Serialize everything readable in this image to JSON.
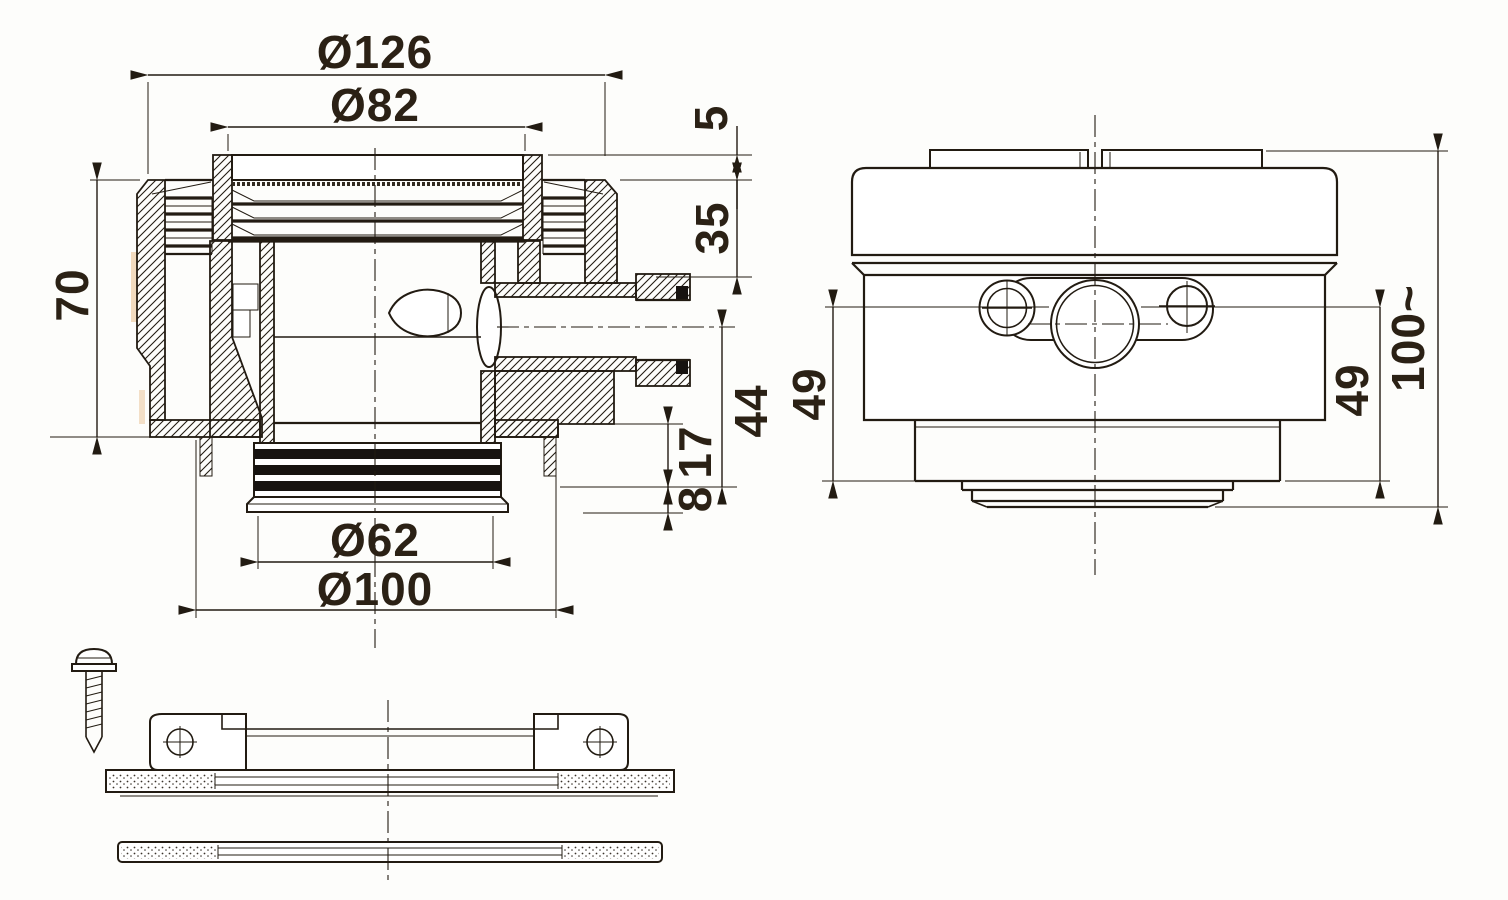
{
  "drawing": {
    "background": "#fdfdfb",
    "ink": "#221b12",
    "section_view": {
      "dim_labels": {
        "outer_rim_dia": "Ø126",
        "grate_dia": "Ø82",
        "cover_height": "5",
        "rim_to_outlet": "35",
        "body_height": "70",
        "outlet_axis_to_spigot": "44",
        "flange_to_spigot": "17",
        "spigot_tail": "8",
        "spigot_dia": "Ø62",
        "flange_dia": "Ø100"
      }
    },
    "side_view": {
      "dim_labels": {
        "axis_to_step_left": "49",
        "axis_to_step_right": "49",
        "overall_height": "100~"
      }
    }
  }
}
